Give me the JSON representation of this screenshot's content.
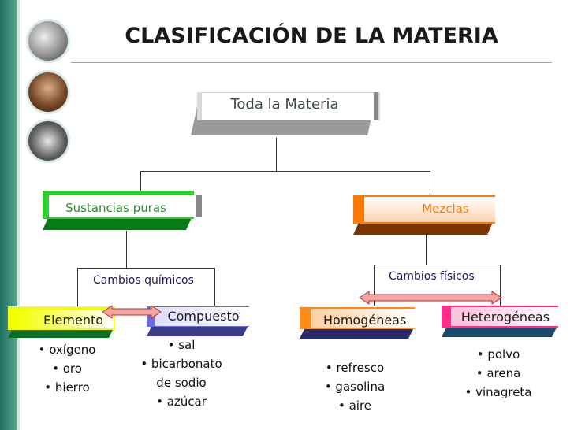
{
  "title": "CLASIFICACIÓN DE LA MATERIA",
  "root": "Toda la Materia",
  "branch_left": "Sustancias puras",
  "branch_right": "Mezclas",
  "change_left": "Cambios químicos",
  "change_right": "Cambios físicos",
  "leaf_elemento": "Elemento",
  "leaf_compuesto": "Compuesto",
  "leaf_homogeneas": "Homogéneas",
  "leaf_heterogeneas": "Heterogéneas",
  "examples_elemento": [
    "• oxígeno",
    "• oro",
    "• hierro"
  ],
  "examples_compuesto": [
    "• sal",
    "• bicarbonato",
    "de sodio",
    "• azúcar"
  ],
  "examples_homogeneas": [
    "• refresco",
    "• gasolina",
    "• aire"
  ],
  "examples_heterogeneas": [
    "• polvo",
    "• arena",
    "• vinagreta"
  ],
  "colors": {
    "root": "#dcdcdc",
    "sustancias": "#22c322",
    "mezclas": "#ff7a00",
    "elemento": "#f2ff00",
    "compuesto": "#6c6ce0",
    "homogeneas": "#ff8c1a",
    "heterogeneas": "#ff2e8a",
    "arrow": "#f4a3a3"
  }
}
